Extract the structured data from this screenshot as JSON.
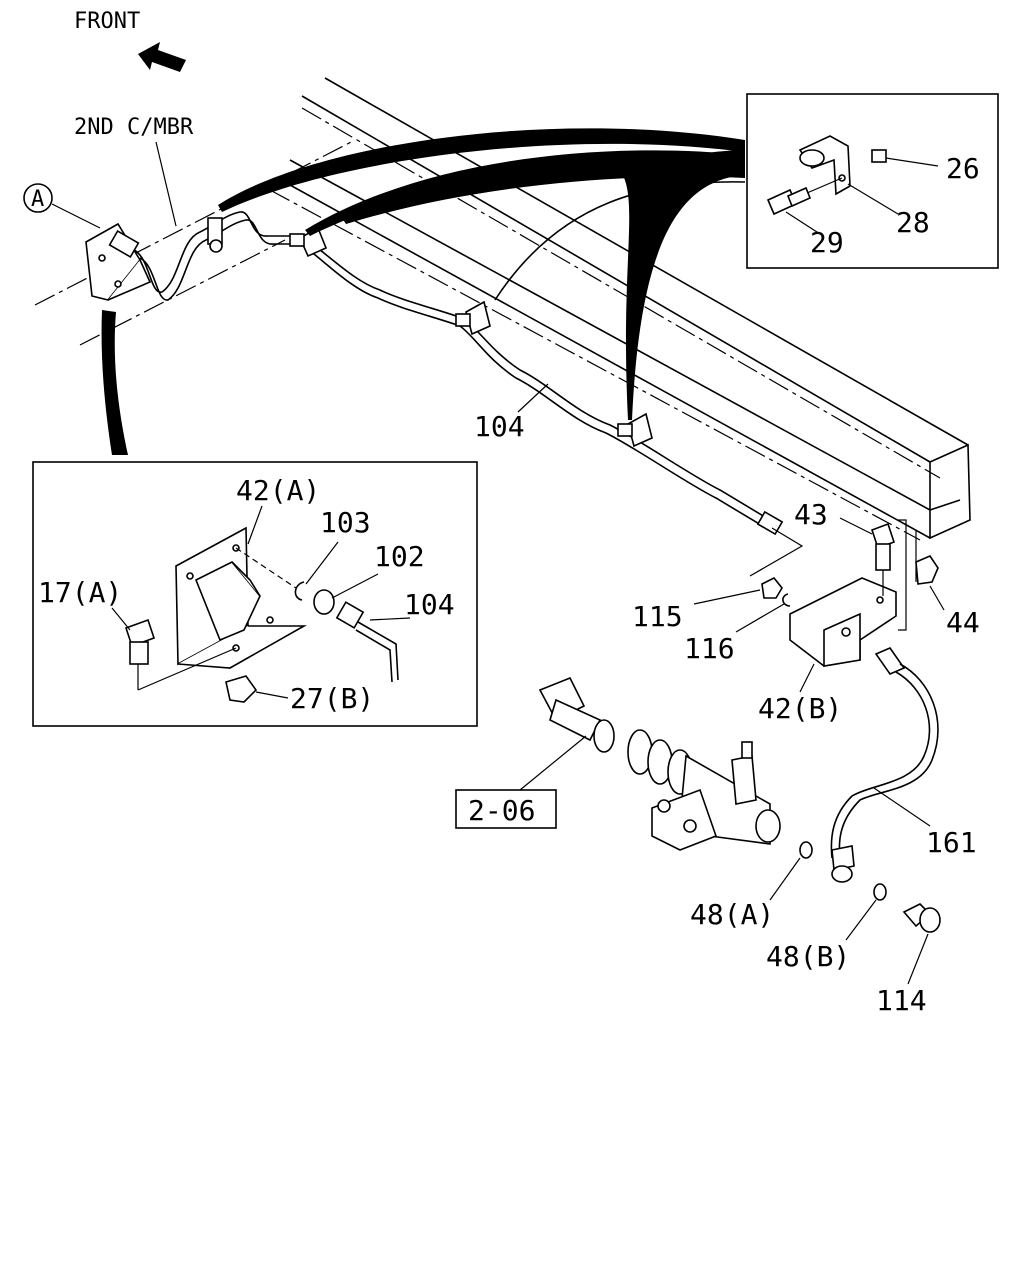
{
  "front_label": "FRONT",
  "member_label": "2ND C/MBR",
  "callout_letter": "A",
  "ref_box": "2-06",
  "labels": {
    "p26": "26",
    "p28": "28",
    "p29": "29",
    "p104_main": "104",
    "p42a": "42(A)",
    "p103": "103",
    "p102": "102",
    "p104_detail": "104",
    "p17a": "17(A)",
    "p27b": "27(B)",
    "p43": "43",
    "p44": "44",
    "p115": "115",
    "p116": "116",
    "p42b": "42(B)",
    "p161": "161",
    "p48a": "48(A)",
    "p48b": "48(B)",
    "p114": "114"
  }
}
